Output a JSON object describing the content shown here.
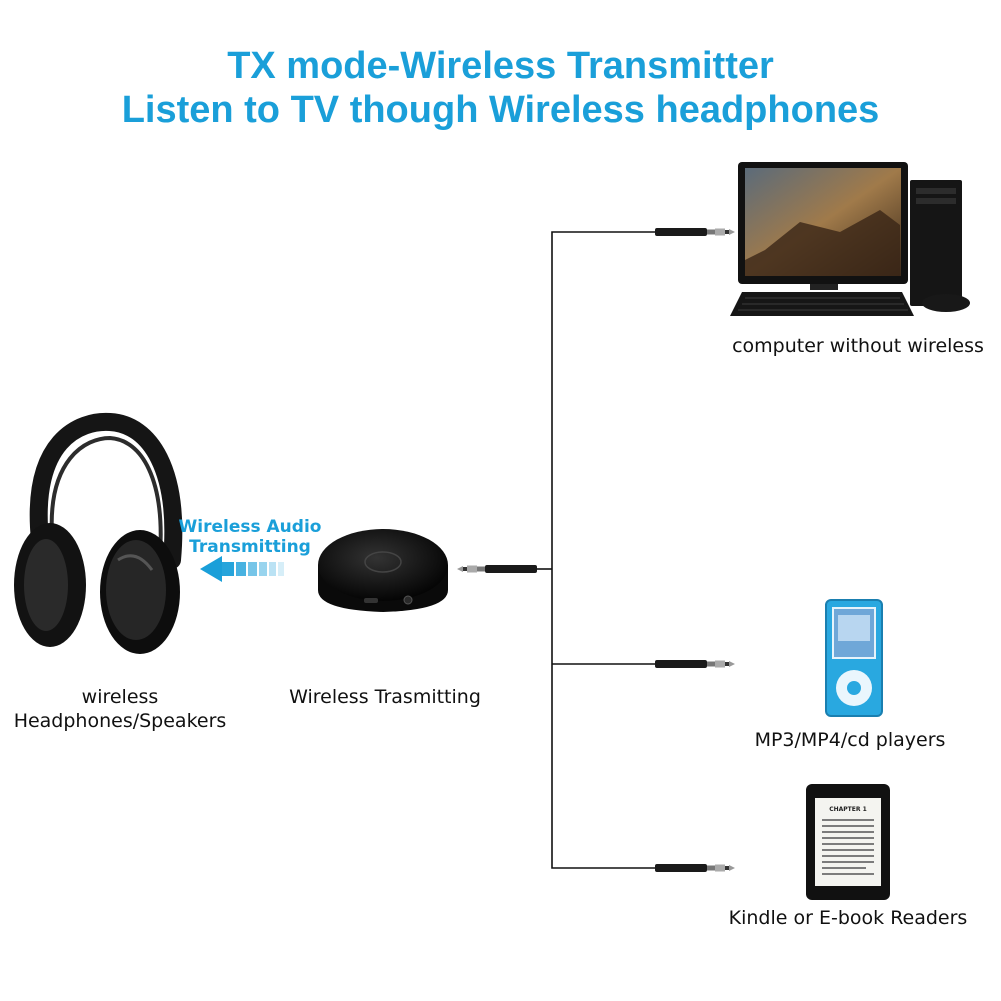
{
  "title": {
    "line1": "TX mode-Wireless Transmitter",
    "line2": "Listen to TV though Wireless headphones"
  },
  "signal": {
    "line1": "Wireless Audio",
    "line2": "Transmitting"
  },
  "labels": {
    "headphones_line1": "wireless",
    "headphones_line2": "Headphones/Speakers",
    "transmitter": "Wireless Trasmitting",
    "computer": "computer without wireless",
    "mp3": "MP3/MP4/cd players",
    "kindle": "Kindle or E-book Readers"
  },
  "colors": {
    "title": "#1a9fd9",
    "signal": "#1a9fd9",
    "mp3_body": "#29a8e0"
  },
  "ebook": {
    "chapter": "CHAPTER 1"
  }
}
